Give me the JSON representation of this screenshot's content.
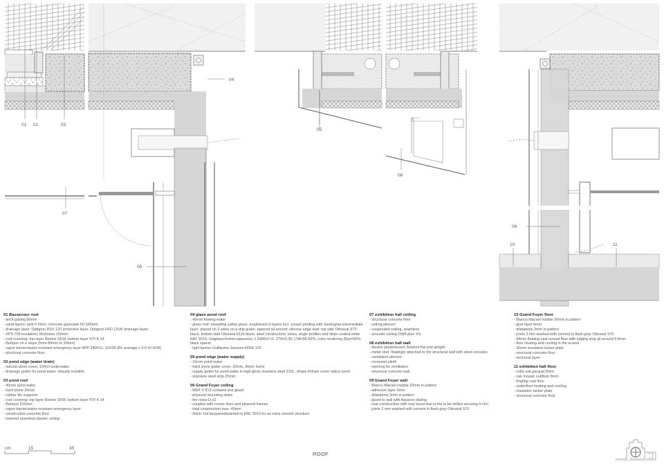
{
  "drawing": {
    "sheet_title": "ROOF",
    "callouts": [
      {
        "id": "01",
        "label": "01"
      },
      {
        "id": "02",
        "label": "02"
      },
      {
        "id": "03",
        "label": "03"
      },
      {
        "id": "04",
        "label": "04"
      },
      {
        "id": "05",
        "label": "05"
      },
      {
        "id": "06",
        "label": "06"
      },
      {
        "id": "07",
        "label": "07"
      },
      {
        "id": "08",
        "label": "08"
      },
      {
        "id": "09",
        "label": "09"
      },
      {
        "id": "10",
        "label": "10"
      },
      {
        "id": "11",
        "label": "11"
      }
    ],
    "colors": {
      "line": "#555555",
      "concrete_fill": "#d6d6d6",
      "insulation_fill": "#e4e4e4",
      "background": "#ffffff"
    }
  },
  "scale": {
    "unit": "cm",
    "ticks": [
      "15",
      "45"
    ]
  },
  "legend": {
    "columns": [
      {
        "sections": [
          {
            "title": "01 Bassecour roof",
            "items": [
              "- brick paving 80mm",
              "- sand layers: split 0-5mm, concrete granulate 50-100mm",
              "- drainage layer: Optigrun RSV 120 protective layer, Optigrun FKD 12UK drainage layer;",
              "- XPS 700 insulation, thickness 100mm",
              "- roof covering: top layer Restrix SKW, bottom layer 470 K 14",
              "- Betopor on a slope (from 80mm to 20mm)",
              "- vapor barrier/water-resistant emergency layer APP 240P11, 110/30 (Rc average ≥ 6.0 m².K/W)",
              "- structural concrete floor"
            ]
          },
          {
            "title": "02 pond edge (water drain)",
            "items": [
              "- natural stone cover, 10mm underwater",
              "- drainage gutter for pond water, virtually invisible"
            ]
          },
          {
            "title": "03 pond roof",
            "items": [
              "- 40mm pond water",
              "- hard stone 20mm",
              "- rubber tile supports",
              "- roof covering: top layer Restrix SKW, bottom layer 470 K 14",
              "- Betopor 515mm",
              "- vapor barrier/water-resistant emergency layer",
              "- constructive concrete floor",
              "- lowered seamless plaster ceiling"
            ]
          }
        ]
      },
      {
        "sections": [
          {
            "title": "04 glass pond roof",
            "items": [
              "- 40mm flowing water",
              "- glass roof: insulating safety glass, toughened in layers incl. screen printing with Sentryglas intermediate layer, placed on 3 sides on a drip gutter, tapered all around; silicone edge seal: top side Ottoseal S70 black, bottom side Ottoseal S110 black; steel construction: tubes, angle profiles and strips coated white RAL 9010; Uwglass+frame+spacers(≤ 1.69W/m².K; ZTA=0.35; LTA=56-60%; color rendering (Ra)=95%; black spacer",
              "- light barrier Guillaume Janssen MSW 125"
            ]
          },
          {
            "title": "05 pond edge (water supply)",
            "items": [
              "- 10mm pond water",
              "- hard stone gutter cover, 20mm, finish: burnt",
              "- supply gutter for pond water in high-gloss stainless steel 316L, shape follows curve radius pond",
              "- stainless steel strip 25mm"
            ]
          },
          {
            "title": "06 Grand Foyer ceiling",
            "items": [
              "- MDF V-313 screwed and glued",
              "- plywood mounting strips",
              "- fire class D-s2",
              "- coupled with corner lines and plywood frames",
              "- total construction max. 40mm",
              "- finish: hot lacquered/painted in RAL 9010 for an extra smooth structure"
            ]
          }
        ]
      },
      {
        "sections": [
          {
            "title": "07 exhibition hall ceiling",
            "items": [
              "- structural concrete floor",
              "- ceiling plenum",
              "- suspended ceiling, seamless",
              "- acoustic ceiling OWA plan XS"
            ]
          },
          {
            "title": "08 exhibition hall wall",
            "items": [
              "- double plasterboard, finished flat and airtight",
              "- metal stud, floatingly attached to the structural wall with steel consoles",
              "- ventilation plenum",
              "- recessed plinth",
              "- opening for ventilation",
              "- structural concrete wall"
            ]
          },
          {
            "title": "09 Grand Foyer wall",
            "items": [
              "- Blanco Macael marble 20mm in pattern",
              "- adhesive layer 3mm",
              "- dilatations 3mm in pattern",
              "- glued to wall with Aquaroc plating",
              "- rear construction with rear wood due to the to be drilled securing h>2m",
              "- joints 3 mm washed with cement in flash gray Ottoseal S70"
            ]
          }
        ]
      },
      {
        "sections": [
          {
            "title": "10 Grand Foyer floor",
            "items": [
              "- Blanco Macael marble 20mm in pattern",
              "- glue layer 6mm",
              "- dilatations 3mm in pattern",
              "- joints 3 mm washed with cement in flash gray Ottoseal S70",
              "- 94mm floating cast screed floor with edging strip all around 5-8mm",
              "- floor heating and cooling in the screed",
              "- 30mm insulation tacker plate",
              "- structural concrete floor",
              "- technical layer"
            ]
          },
          {
            "title": "11 exhibition hall floor",
            "items": [
              "- solid oak parquet 8mm",
              "- oak mosaic subfloor 8mm",
              "- floating cast floor",
              "- underfloor heating and cooling",
              "- insulation tacker plate",
              "- structural concrete floor"
            ]
          }
        ]
      }
    ]
  }
}
